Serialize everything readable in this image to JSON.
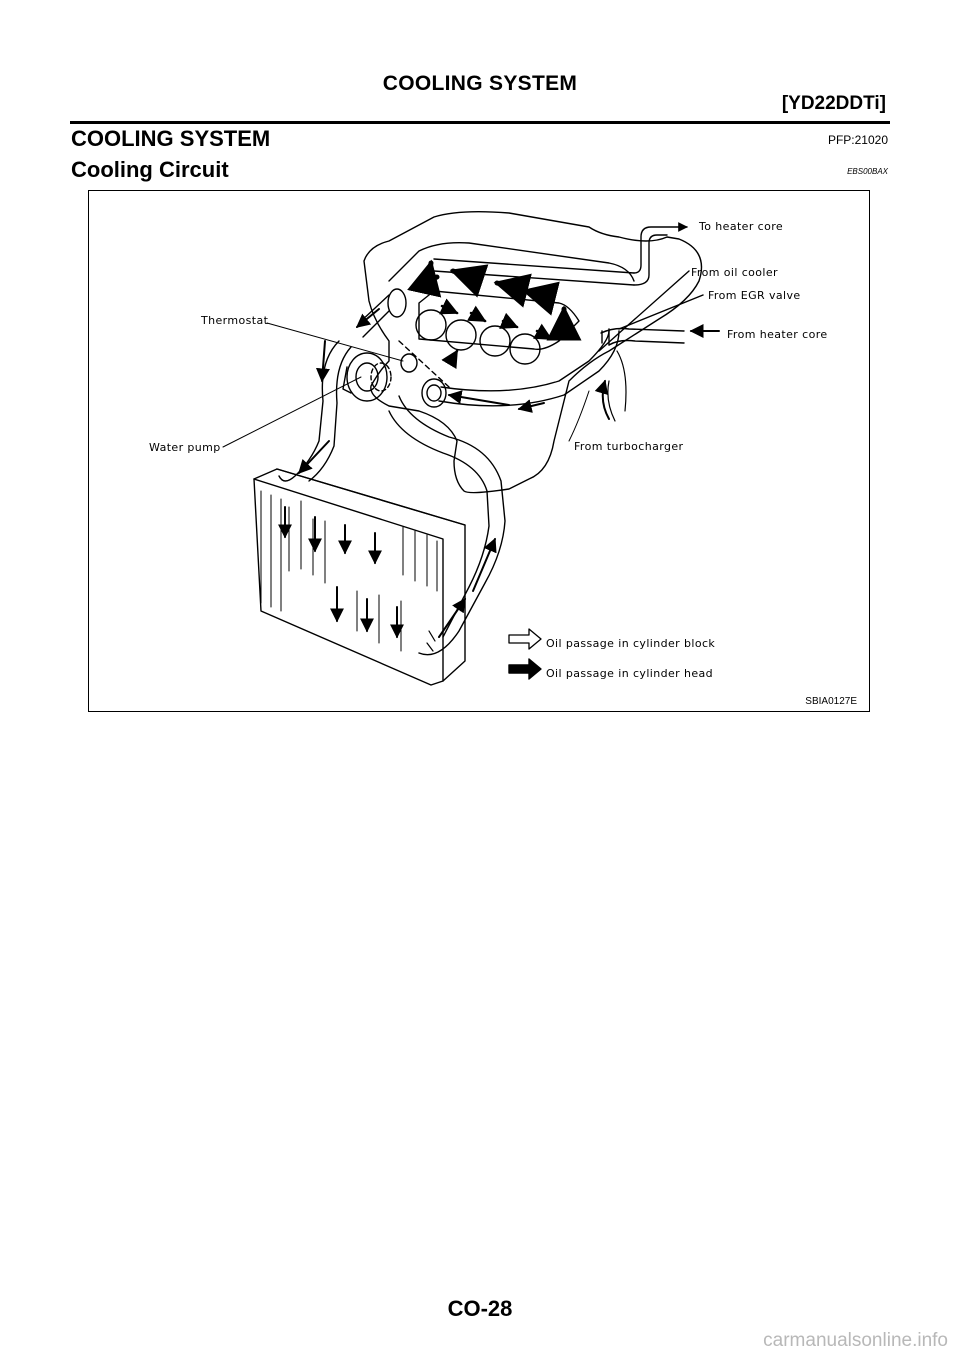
{
  "header": {
    "running_title": "COOLING SYSTEM",
    "engine_code": "[YD22DDTi]"
  },
  "section": {
    "title": "COOLING SYSTEM",
    "pfp_code": "PFP:21020"
  },
  "subsection": {
    "title": "Cooling Circuit",
    "ref_code": "EBS00BAX"
  },
  "figure": {
    "labels": {
      "to_heater_core": "To heater core",
      "from_oil_cooler": "From oil cooler",
      "from_egr_valve": "From EGR valve",
      "from_heater_core": "From heater core",
      "thermostat": "Thermostat",
      "water_pump": "Water pump",
      "from_turbocharger": "From turbocharger",
      "legend_block": "Oil passage in cylinder block",
      "legend_head": "Oil passage in cylinder head"
    },
    "code": "SBIA0127E"
  },
  "footer": {
    "page_number": "CO-28",
    "watermark": "carmanualsonline.info"
  }
}
